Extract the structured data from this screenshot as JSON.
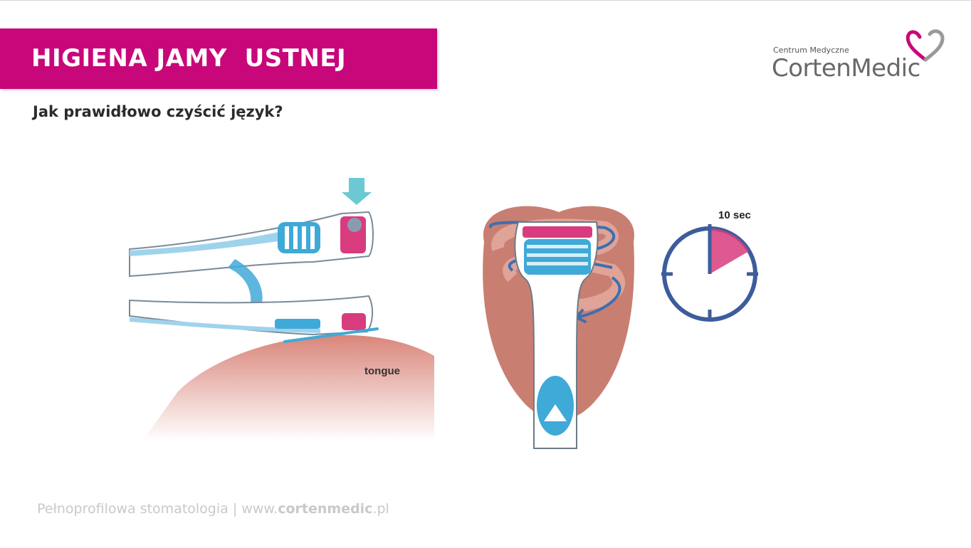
{
  "header": {
    "title": "HIGIENA JAMY  USTNEJ",
    "subtitle": "Jak prawidłowo czyścić język?"
  },
  "logo": {
    "small_text": "Centrum Medyczne",
    "name": "CortenMedic",
    "icon": "heart-logo-icon"
  },
  "illustrations": {
    "tongue_label": "tongue",
    "timer_label": "10 sec"
  },
  "footer": {
    "tagline": "Pełnoprofilowa stomatologia",
    "separator": " | ",
    "url_prefix": "www.",
    "url_brand": "cortenmedic",
    "url_suffix": ".pl"
  },
  "colors": {
    "banner": "#c8077a",
    "brand_gray": "#686868",
    "accent_blue": "#3fa9d8",
    "tongue": "#c97e72",
    "clock_blue": "#3d5c9c",
    "timer_pink": "#d83c7e"
  }
}
